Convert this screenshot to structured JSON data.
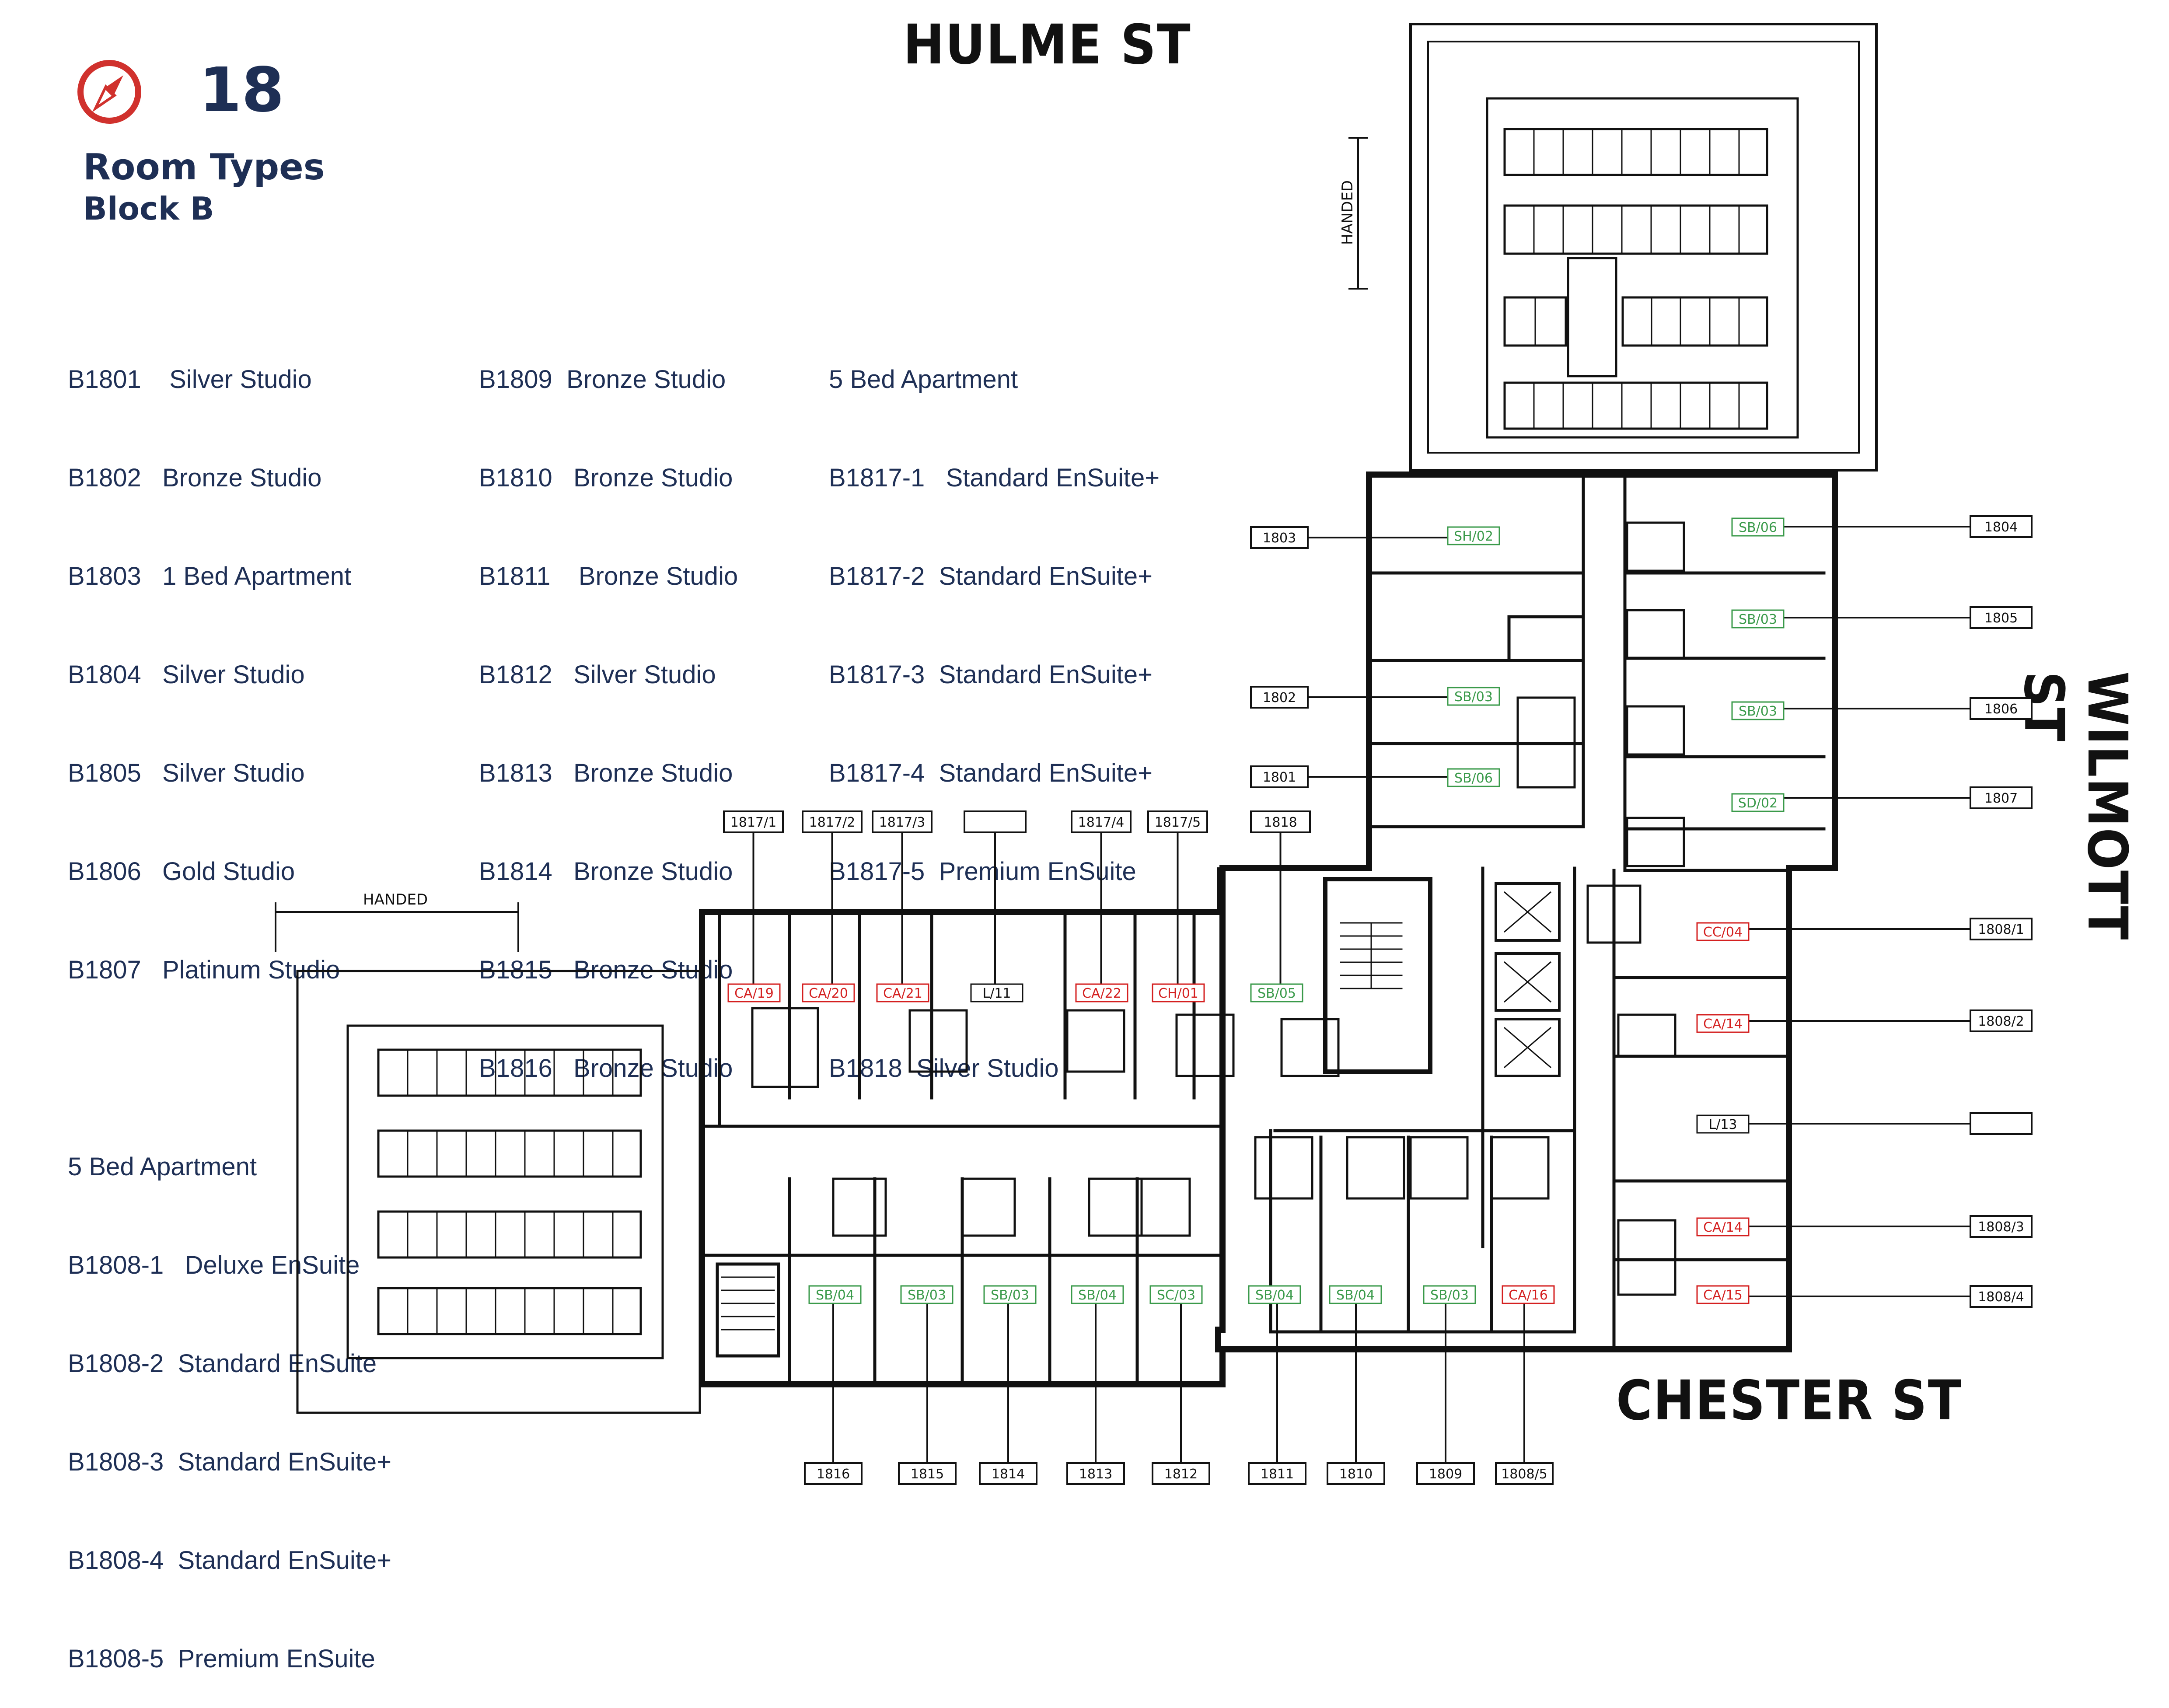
{
  "header": {
    "floor_number": "18",
    "title": "Room Types",
    "subtitle": "Block B",
    "compass_icon": "compass-icon",
    "accent_color": "#d0312d",
    "text_color": "#1e2f55"
  },
  "streets": {
    "north": "HULME ST",
    "east": "WILMOTT ST",
    "south": "CHESTER ST"
  },
  "legend": {
    "col1": [
      "B1801    Silver Studio",
      "B1802   Bronze Studio",
      "B1803   1 Bed Apartment",
      "B1804   Silver Studio",
      "B1805   Silver Studio",
      "B1806   Gold Studio",
      "B1807   Platinum Studio",
      "",
      "5 Bed Apartment",
      "B1808-1   Deluxe EnSuite",
      "B1808-2  Standard EnSuite",
      "B1808-3  Standard EnSuite+",
      "B1808-4  Standard EnSuite+",
      "B1808-5  Premium EnSuite"
    ],
    "col2": [
      "B1809  Bronze Studio",
      "B1810   Bronze Studio",
      "B1811    Bronze Studio",
      "B1812   Silver Studio",
      "B1813   Bronze Studio",
      "B1814   Bronze Studio",
      "B1815   Bronze Studio",
      "B1816   Bronze Studio"
    ],
    "col3": [
      "5 Bed Apartment",
      "B1817-1   Standard EnSuite+",
      "B1817-2  Standard EnSuite+",
      "B1817-3  Standard EnSuite+",
      "B1817-4  Standard EnSuite+",
      "B1817-5  Premium EnSuite",
      "",
      "B1818  Silver Studio"
    ]
  },
  "plan": {
    "handed_label": "HANDED",
    "line_color": "#111111",
    "green_tag_color": "#3a9a4a",
    "red_tag_color": "#d42020",
    "callouts_top": [
      "1817/1",
      "1817/2",
      "1817/3",
      "",
      "1817/4",
      "1817/5",
      "1818"
    ],
    "callouts_left": [
      "1803",
      "1802",
      "1801"
    ],
    "callouts_right": [
      "1804",
      "1805",
      "1806",
      "1807",
      "1808/1",
      "1808/2",
      "",
      "1808/3",
      "1808/4"
    ],
    "callouts_bottom": [
      "1816",
      "1815",
      "1814",
      "1813",
      "1812",
      "1811",
      "1810",
      "1809",
      "1808/5"
    ],
    "tags_green": [
      "SH/02",
      "SB/06",
      "SB/03",
      "SB/03",
      "SB/03",
      "SB/06",
      "SD/02",
      "SB/05",
      "SB/04",
      "SB/03",
      "SB/03",
      "SB/04",
      "SC/03",
      "SB/04",
      "SB/04",
      "SB/03"
    ],
    "tags_red": [
      "CA/19",
      "CA/20",
      "CA/21",
      "CA/22",
      "CH/01",
      "CC/04",
      "CA/14",
      "CA/14",
      "CA/15",
      "CA/16"
    ],
    "tags_plain": [
      "L/11",
      "L/13"
    ]
  }
}
